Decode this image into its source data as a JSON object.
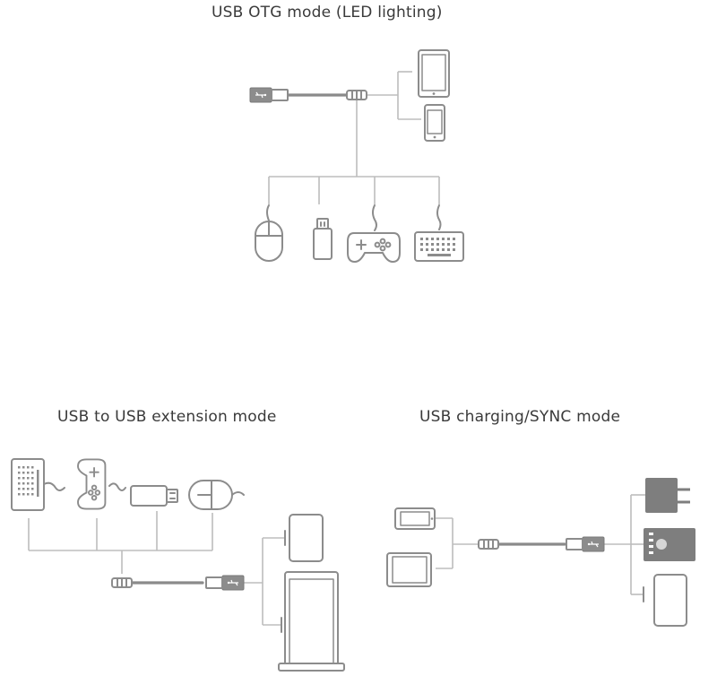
{
  "sections": {
    "otg": {
      "title": "USB OTG mode (LED lighting)"
    },
    "extension": {
      "title": "USB to USB extension mode"
    },
    "charging": {
      "title": "USB charging/SYNC mode"
    }
  },
  "colors": {
    "icon_stroke": "#8c8c8c",
    "connector_line": "#bdbdbd",
    "title_text": "#3a3a3a"
  },
  "icons": {
    "otg": [
      "usb-a-plug-icon",
      "micro-usb-plug-icon",
      "tablet-icon",
      "phone-icon",
      "mouse-icon",
      "usb-flash-drive-icon",
      "gamepad-icon",
      "keyboard-icon"
    ],
    "extension": [
      "keyboard-icon",
      "gamepad-icon",
      "usb-flash-drive-icon",
      "mouse-icon",
      "micro-usb-plug-icon",
      "usb-a-plug-icon",
      "tablet-icon",
      "laptop-icon"
    ],
    "charging": [
      "phone-icon",
      "tablet-icon",
      "micro-usb-plug-icon",
      "usb-a-plug-icon",
      "wall-charger-icon",
      "power-bank-icon",
      "tablet-icon"
    ]
  }
}
